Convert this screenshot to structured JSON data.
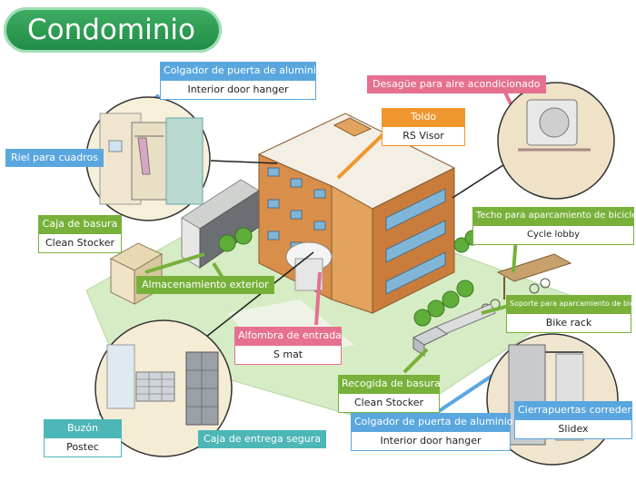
{
  "title": "Condominio",
  "colors": {
    "title_green": "#2a9a4f",
    "blue": "#5aa7e0",
    "green": "#78b13a",
    "pink": "#e6708f",
    "orange": "#f0962e",
    "teal": "#4db6b6",
    "building": "#d98e4a",
    "grass": "#d6ecc4"
  },
  "callouts": {
    "door_hanger_top": {
      "header": "Colgador de puerta de aluminio",
      "body": "Interior door hanger"
    },
    "picture_rail": {
      "label": "Riel para cuadros"
    },
    "ac_drain": {
      "label": "Desagüe para aire acondicionado"
    },
    "awning": {
      "header": "Toldo",
      "body": "RS Visor"
    },
    "trash_box": {
      "header": "Caja de basura",
      "body": "Clean Stocker"
    },
    "bike_roof": {
      "header": "Techo para aparcamiento de bicicletas",
      "body": "Cycle lobby"
    },
    "outdoor_storage": {
      "label": "Almacenamiento exterior"
    },
    "bike_rack": {
      "header": "Soporte para aparcamiento de bicicletas",
      "body": "Bike rack"
    },
    "entrance_mat": {
      "header": "Alfombra de entrada",
      "body": "S mat"
    },
    "trash_collection": {
      "header": "Recogida de basura",
      "body": "Clean Stocker"
    },
    "mailbox": {
      "header": "Buzón",
      "body": "Postec"
    },
    "delivery_box": {
      "label": "Caja de entrega segura"
    },
    "door_hanger_bottom": {
      "header": "Colgador de puerta de aluminio",
      "body": "Interior door hanger"
    },
    "door_closer": {
      "header": "Cierrapuertas corredera",
      "body": "Slidex"
    }
  }
}
